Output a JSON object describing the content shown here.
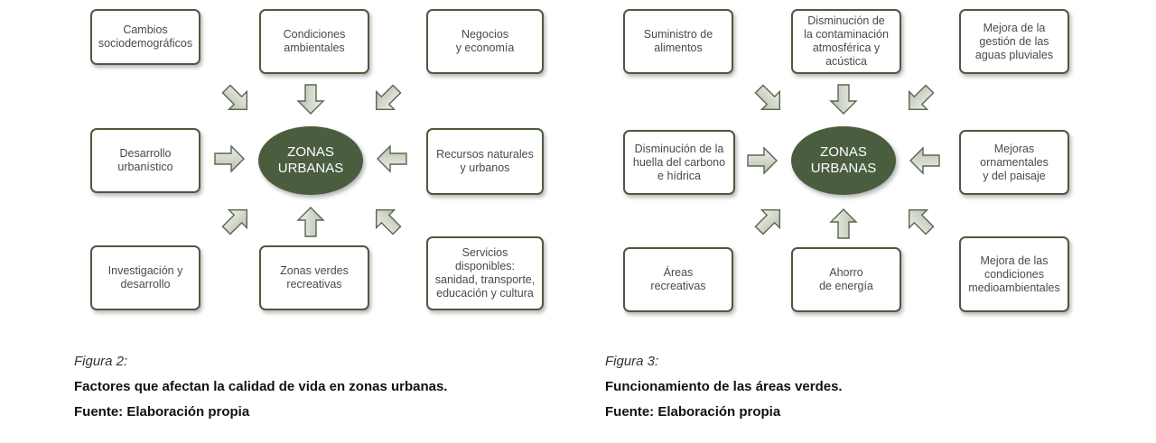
{
  "figures": [
    {
      "center": "ZONAS\nURBANAS",
      "boxes": {
        "tl": "Cambios\nsociodemográficos",
        "tc": "Condiciones\nambientales",
        "tr": "Negocios\ny economía",
        "ml": "Desarrollo\nurbanístico",
        "mr": "Recursos naturales\ny urbanos",
        "bl": "Investigación y\ndesarrollo",
        "bc": "Zonas verdes\nrecreativas",
        "br": "Servicios\ndisponibles:\nsanidad, transporte,\neducación y cultura"
      },
      "caption_number": "Figura 2:",
      "caption_title": "Factores que afectan la calidad de vida en zonas urbanas.",
      "caption_source": "Fuente: Elaboración propia"
    },
    {
      "center": "ZONAS\nURBANAS",
      "boxes": {
        "tl": "Suministro de\nalimentos",
        "tc": "Disminución de\nla contaminación\natmosférica y\nacústica",
        "tr": "Mejora de la\ngestión de las\naguas pluviales",
        "ml": "Disminución de la\nhuella del carbono\ne hídrica",
        "mr": "Mejoras\nornamentales\ny del paisaje",
        "bl": "Áreas\nrecreativas",
        "bc": "Ahorro\nde energía",
        "br": "Mejora de las\ncondiciones\nmedioambientales"
      },
      "caption_number": "Figura 3:",
      "caption_title": "Funcionamiento de las áreas verdes.",
      "caption_source": "Fuente: Elaboración propia"
    }
  ],
  "colors": {
    "center_fill": "#4b5d3f",
    "box_border": "#4a5a40",
    "arrow_fill": "#c9cfc0"
  }
}
